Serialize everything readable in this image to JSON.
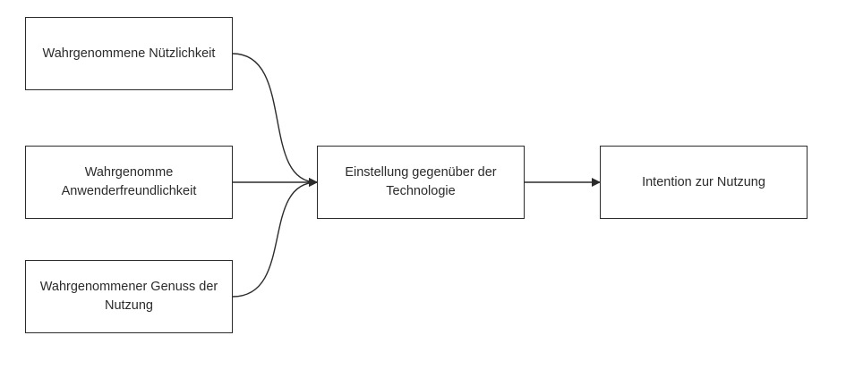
{
  "diagram": {
    "nodes": {
      "n1": "Wahrgenommene Nützlichkeit",
      "n2": "Wahrgenomme\nAnwenderfreundlichkeit",
      "n3": "Wahrgenommener Genuss der\nNutzung",
      "n4": "Einstellung gegenüber der\nTechnologie",
      "n5": "Intention zur Nutzung"
    },
    "edges": [
      {
        "from": "n1",
        "to": "n4"
      },
      {
        "from": "n2",
        "to": "n4"
      },
      {
        "from": "n3",
        "to": "n4"
      },
      {
        "from": "n4",
        "to": "n5"
      }
    ],
    "colors": {
      "line": "#2b2b2b",
      "node_border": "#2b2b2b",
      "background": "#ffffff"
    }
  }
}
